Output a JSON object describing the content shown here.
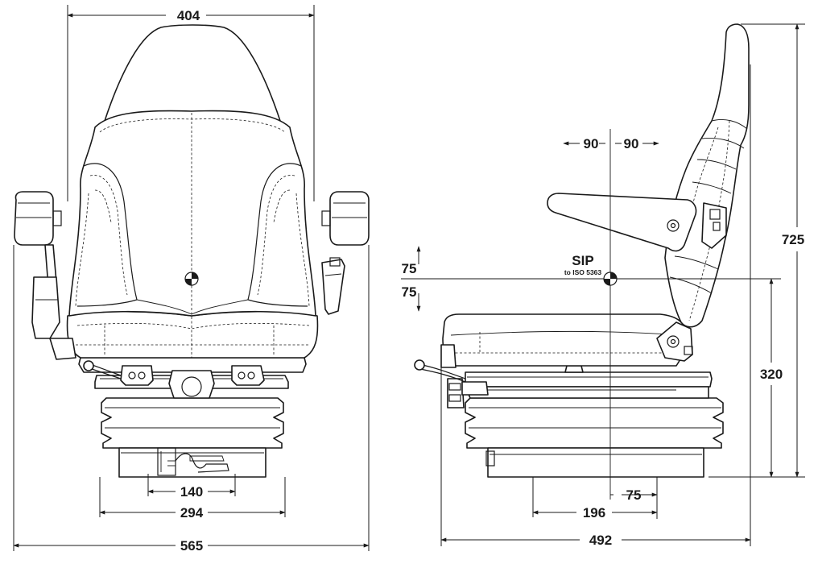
{
  "dimensions": {
    "front_top_width": "404",
    "front_mechanism_width": "140",
    "front_base_width": "294",
    "front_overall_width": "565",
    "side_forward": "90",
    "side_backward": "90",
    "sip_above": "75",
    "sip_below": "75",
    "side_overall_height": "725",
    "sip_height": "320",
    "side_sip_offset": "75",
    "side_base_depth": "196",
    "side_overall_depth": "492"
  },
  "sip": {
    "label": "SIP",
    "standard": "to ISO 5363"
  }
}
